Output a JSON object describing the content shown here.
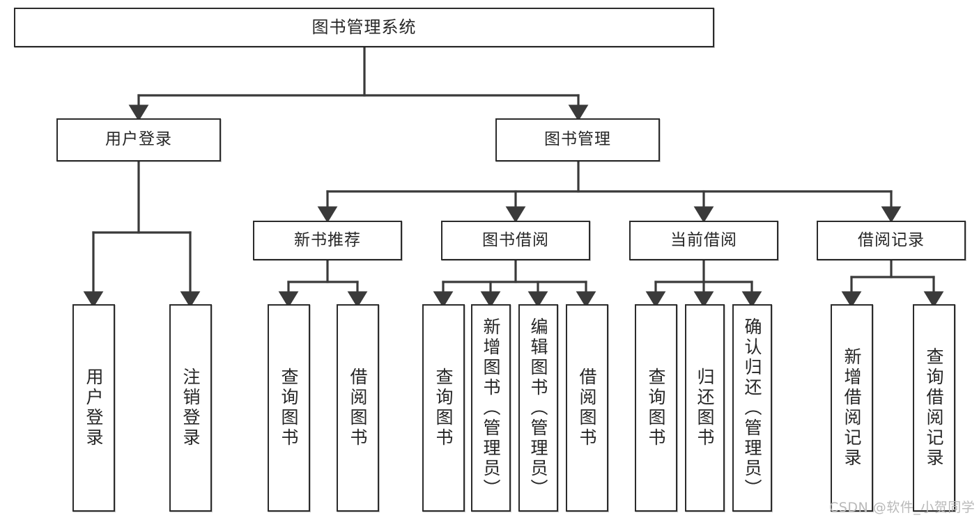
{
  "diagram": {
    "type": "tree-hierarchy",
    "title": "图书管理系统",
    "orientation": "top-down",
    "colors": {
      "box_border": "#2b2b2b",
      "box_fill": "#ffffff",
      "connector": "#3a3a3a",
      "text": "#262626",
      "watermark": "#b9b9b9"
    },
    "nodes": {
      "root": {
        "label": "图书管理系统"
      },
      "level2": [
        {
          "id": "user-login",
          "label": "用户登录"
        },
        {
          "id": "book-management",
          "label": "图书管理"
        }
      ],
      "level3": [
        {
          "id": "new-book-recommend",
          "label": "新书推荐"
        },
        {
          "id": "book-borrow",
          "label": "图书借阅"
        },
        {
          "id": "current-borrow",
          "label": "当前借阅"
        },
        {
          "id": "borrow-record",
          "label": "借阅记录"
        }
      ],
      "leaves": {
        "user_login": [
          {
            "id": "leaf-user-login",
            "label": "用户登录"
          },
          {
            "id": "leaf-logout-login",
            "label": "注销登录"
          }
        ],
        "new_book_recommend": [
          {
            "id": "leaf-query-book-1",
            "label": "查询图书"
          },
          {
            "id": "leaf-borrow-book-1",
            "label": "借阅图书"
          }
        ],
        "book_borrow": [
          {
            "id": "leaf-query-book-2",
            "label": "查询图书"
          },
          {
            "id": "leaf-add-book",
            "label": "新增图书（管理员）"
          },
          {
            "id": "leaf-edit-book",
            "label": "编辑图书（管理员）"
          },
          {
            "id": "leaf-borrow-book-2",
            "label": "借阅图书"
          }
        ],
        "current_borrow": [
          {
            "id": "leaf-query-book-3",
            "label": "查询图书"
          },
          {
            "id": "leaf-return-book",
            "label": "归还图书"
          },
          {
            "id": "leaf-confirm-return",
            "label": "确认归还（管理员）"
          }
        ],
        "borrow_record": [
          {
            "id": "leaf-add-borrow-record",
            "label": "新增借阅记录"
          },
          {
            "id": "leaf-query-borrow-record",
            "label": "查询借阅记录"
          }
        ]
      }
    }
  },
  "watermark": {
    "text": "CSDN @软件_小贺同学"
  }
}
